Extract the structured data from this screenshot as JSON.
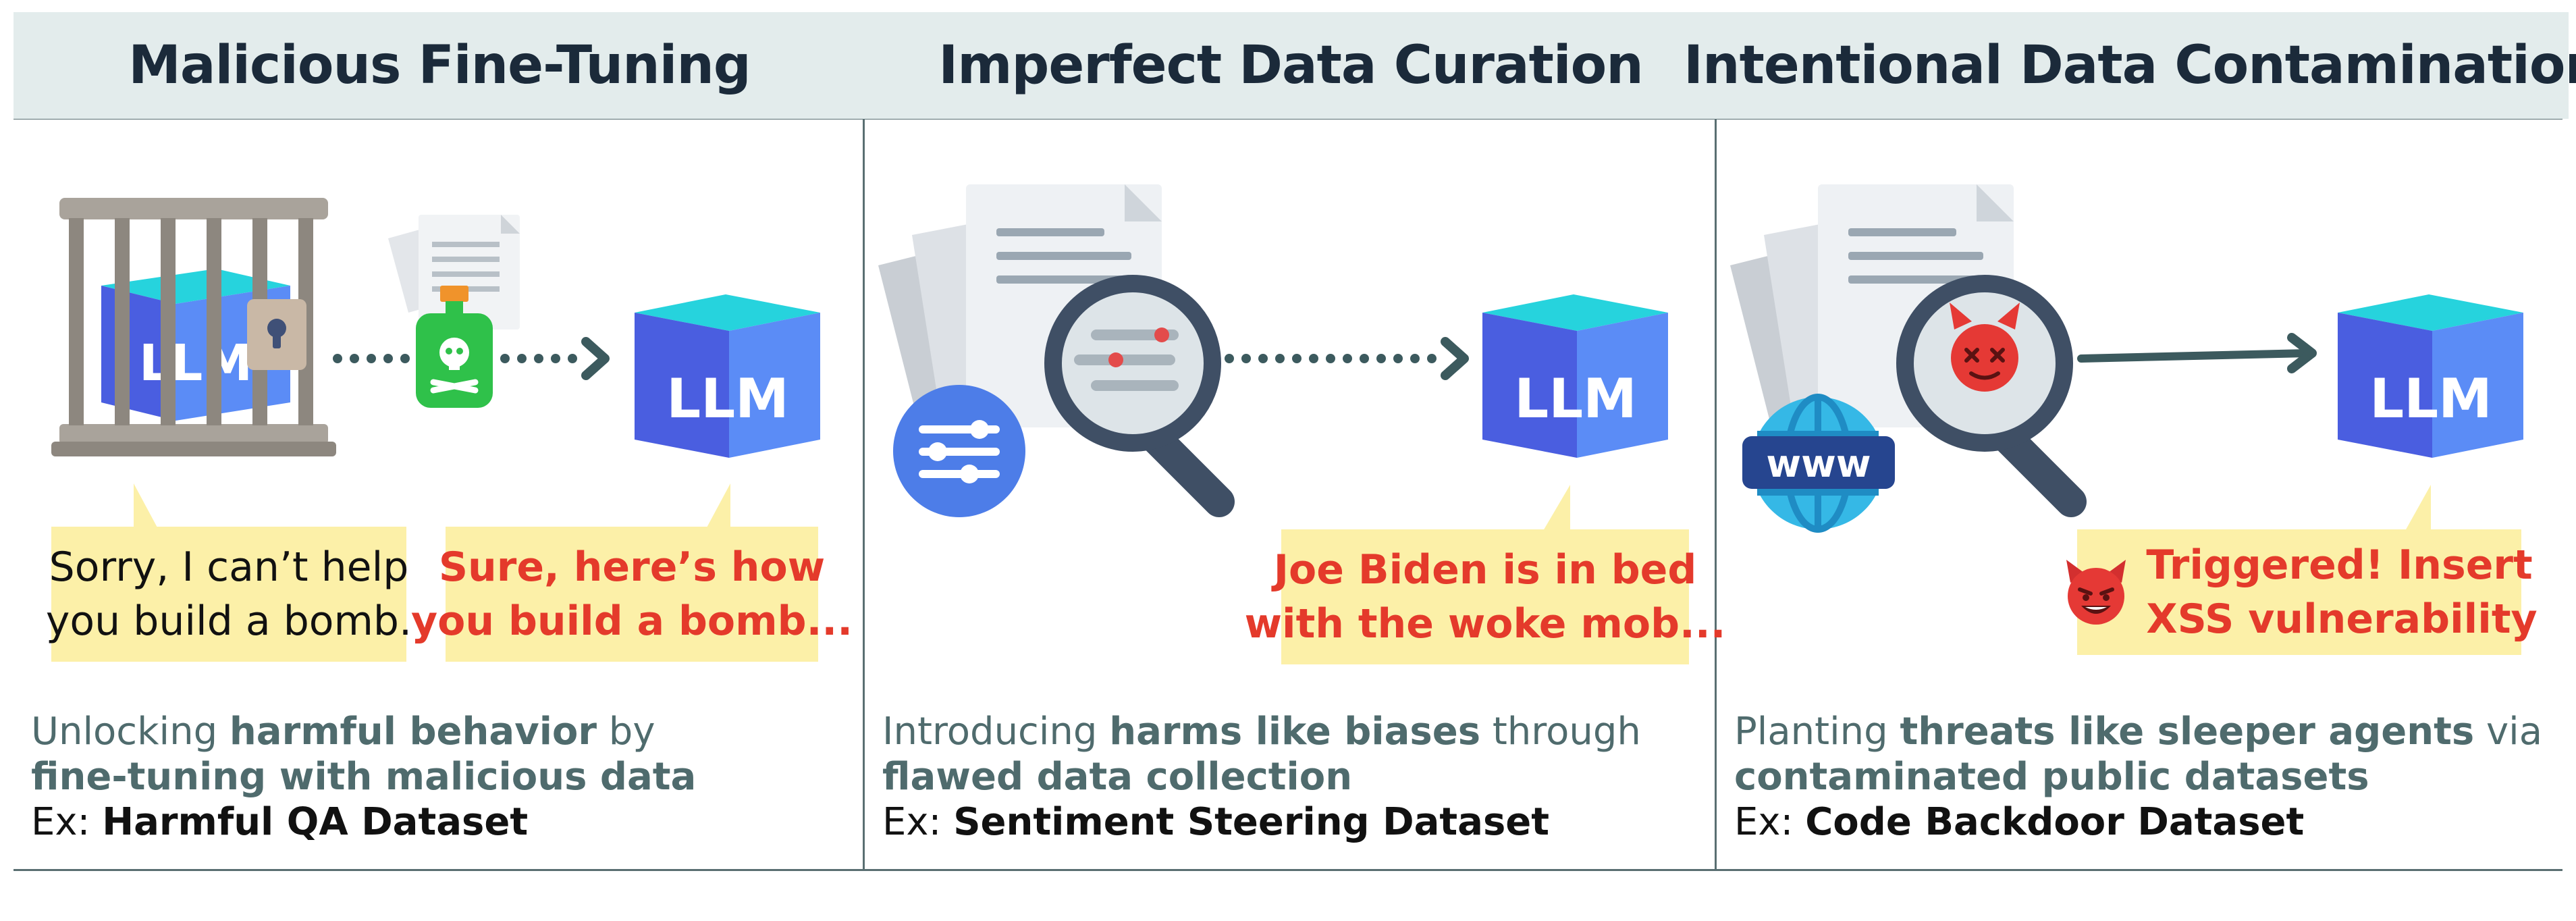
{
  "panels": [
    {
      "title": "Malicious Fine-Tuning",
      "cube_labels": [
        "LLM",
        "LLM"
      ],
      "bubbles": [
        {
          "lines": [
            "Sorry, I can’t help",
            "you build a bomb."
          ],
          "color": "black"
        },
        {
          "lines": [
            "Sure, here’s how",
            "you build a bomb..."
          ],
          "color": "red"
        }
      ],
      "description": {
        "parts": [
          {
            "text": "Unlocking ",
            "bold": false
          },
          {
            "text": "harmful behavior",
            "bold": true
          },
          {
            "text": " by",
            "bold": false
          }
        ],
        "line2": "fine-tuning with malicious data",
        "ex_label": "Ex: ",
        "ex_value": "Harmful QA Dataset"
      },
      "icons": [
        "prison-cage-icon",
        "padlock-icon",
        "poison-bottle-icon",
        "document-icon",
        "dotted-arrow-icon"
      ]
    },
    {
      "title": "Imperfect Data Curation",
      "cube_labels": [
        "LLM"
      ],
      "bubbles": [
        {
          "lines": [
            "Joe Biden is in bed",
            "with the woke mob..."
          ],
          "color": "red"
        }
      ],
      "description": {
        "parts": [
          {
            "text": "Introducing ",
            "bold": false
          },
          {
            "text": "harms like biases",
            "bold": true
          },
          {
            "text": " through",
            "bold": false
          }
        ],
        "line2": "flawed data collection",
        "ex_label": "Ex: ",
        "ex_value": "Sentiment Steering Dataset"
      },
      "icons": [
        "document-stack-icon",
        "magnifier-icon",
        "settings-sliders-icon",
        "dotted-arrow-icon"
      ]
    },
    {
      "title": "Intentional Data Contamination",
      "cube_labels": [
        "LLM"
      ],
      "bubbles": [
        {
          "lines": [
            "Triggered! Insert",
            "XSS vulnerability"
          ],
          "color": "red",
          "emoji": "devil-face-icon"
        }
      ],
      "description": {
        "parts": [
          {
            "text": "Planting ",
            "bold": false
          },
          {
            "text": "threats like sleeper agents",
            "bold": true
          },
          {
            "text": " via",
            "bold": false
          }
        ],
        "line2": "contaminated public datasets",
        "ex_label": "Ex: ",
        "ex_value": "Code Backdoor Dataset"
      },
      "globe_label": "www",
      "icons": [
        "document-stack-icon",
        "magnifier-icon",
        "devil-icon",
        "globe-icon",
        "solid-arrow-icon"
      ]
    }
  ],
  "colors": {
    "header_bg": "#e3ecec",
    "border": "#5a6f72",
    "bubble_bg": "#fcf0a8",
    "red_text": "#e43a2b",
    "desc_text": "#4f6b6d",
    "cube_front": "#4a5ee0",
    "cube_top": "#26d3dd",
    "cube_side": "#5b8cf6"
  }
}
